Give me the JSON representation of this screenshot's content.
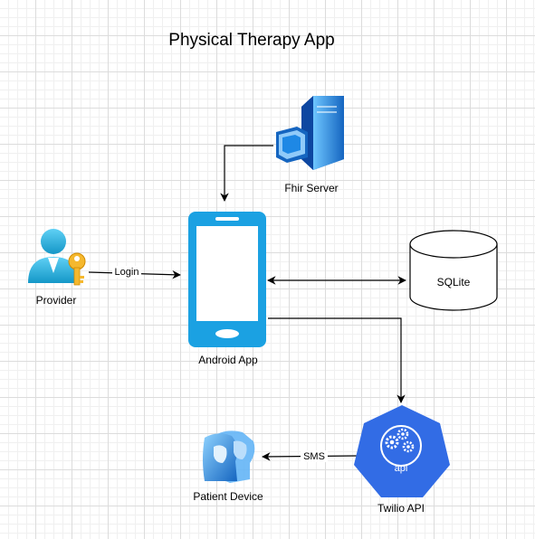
{
  "title": "Physical Therapy App",
  "nodes": {
    "fhir": {
      "label": "Fhir Server",
      "icon": "server-icon"
    },
    "provider": {
      "label": "Provider",
      "icon": "user-key-icon"
    },
    "android": {
      "label": "Android App",
      "icon": "mobile-phone-icon"
    },
    "sqlite": {
      "label": "SQLite",
      "icon": "database-cylinder"
    },
    "twilio": {
      "label": "Twilio API",
      "icon": "api-gear-icon",
      "badge": "api"
    },
    "patient": {
      "label": "Patient Device",
      "icon": "patient-users-icon"
    }
  },
  "edges": {
    "login": {
      "label": "Login"
    },
    "sms": {
      "label": "SMS"
    }
  },
  "colors": {
    "accent_blue": "#1ba1e2",
    "server_blue": "#1e88e5",
    "api_blue": "#326ce5",
    "line": "#000000"
  }
}
